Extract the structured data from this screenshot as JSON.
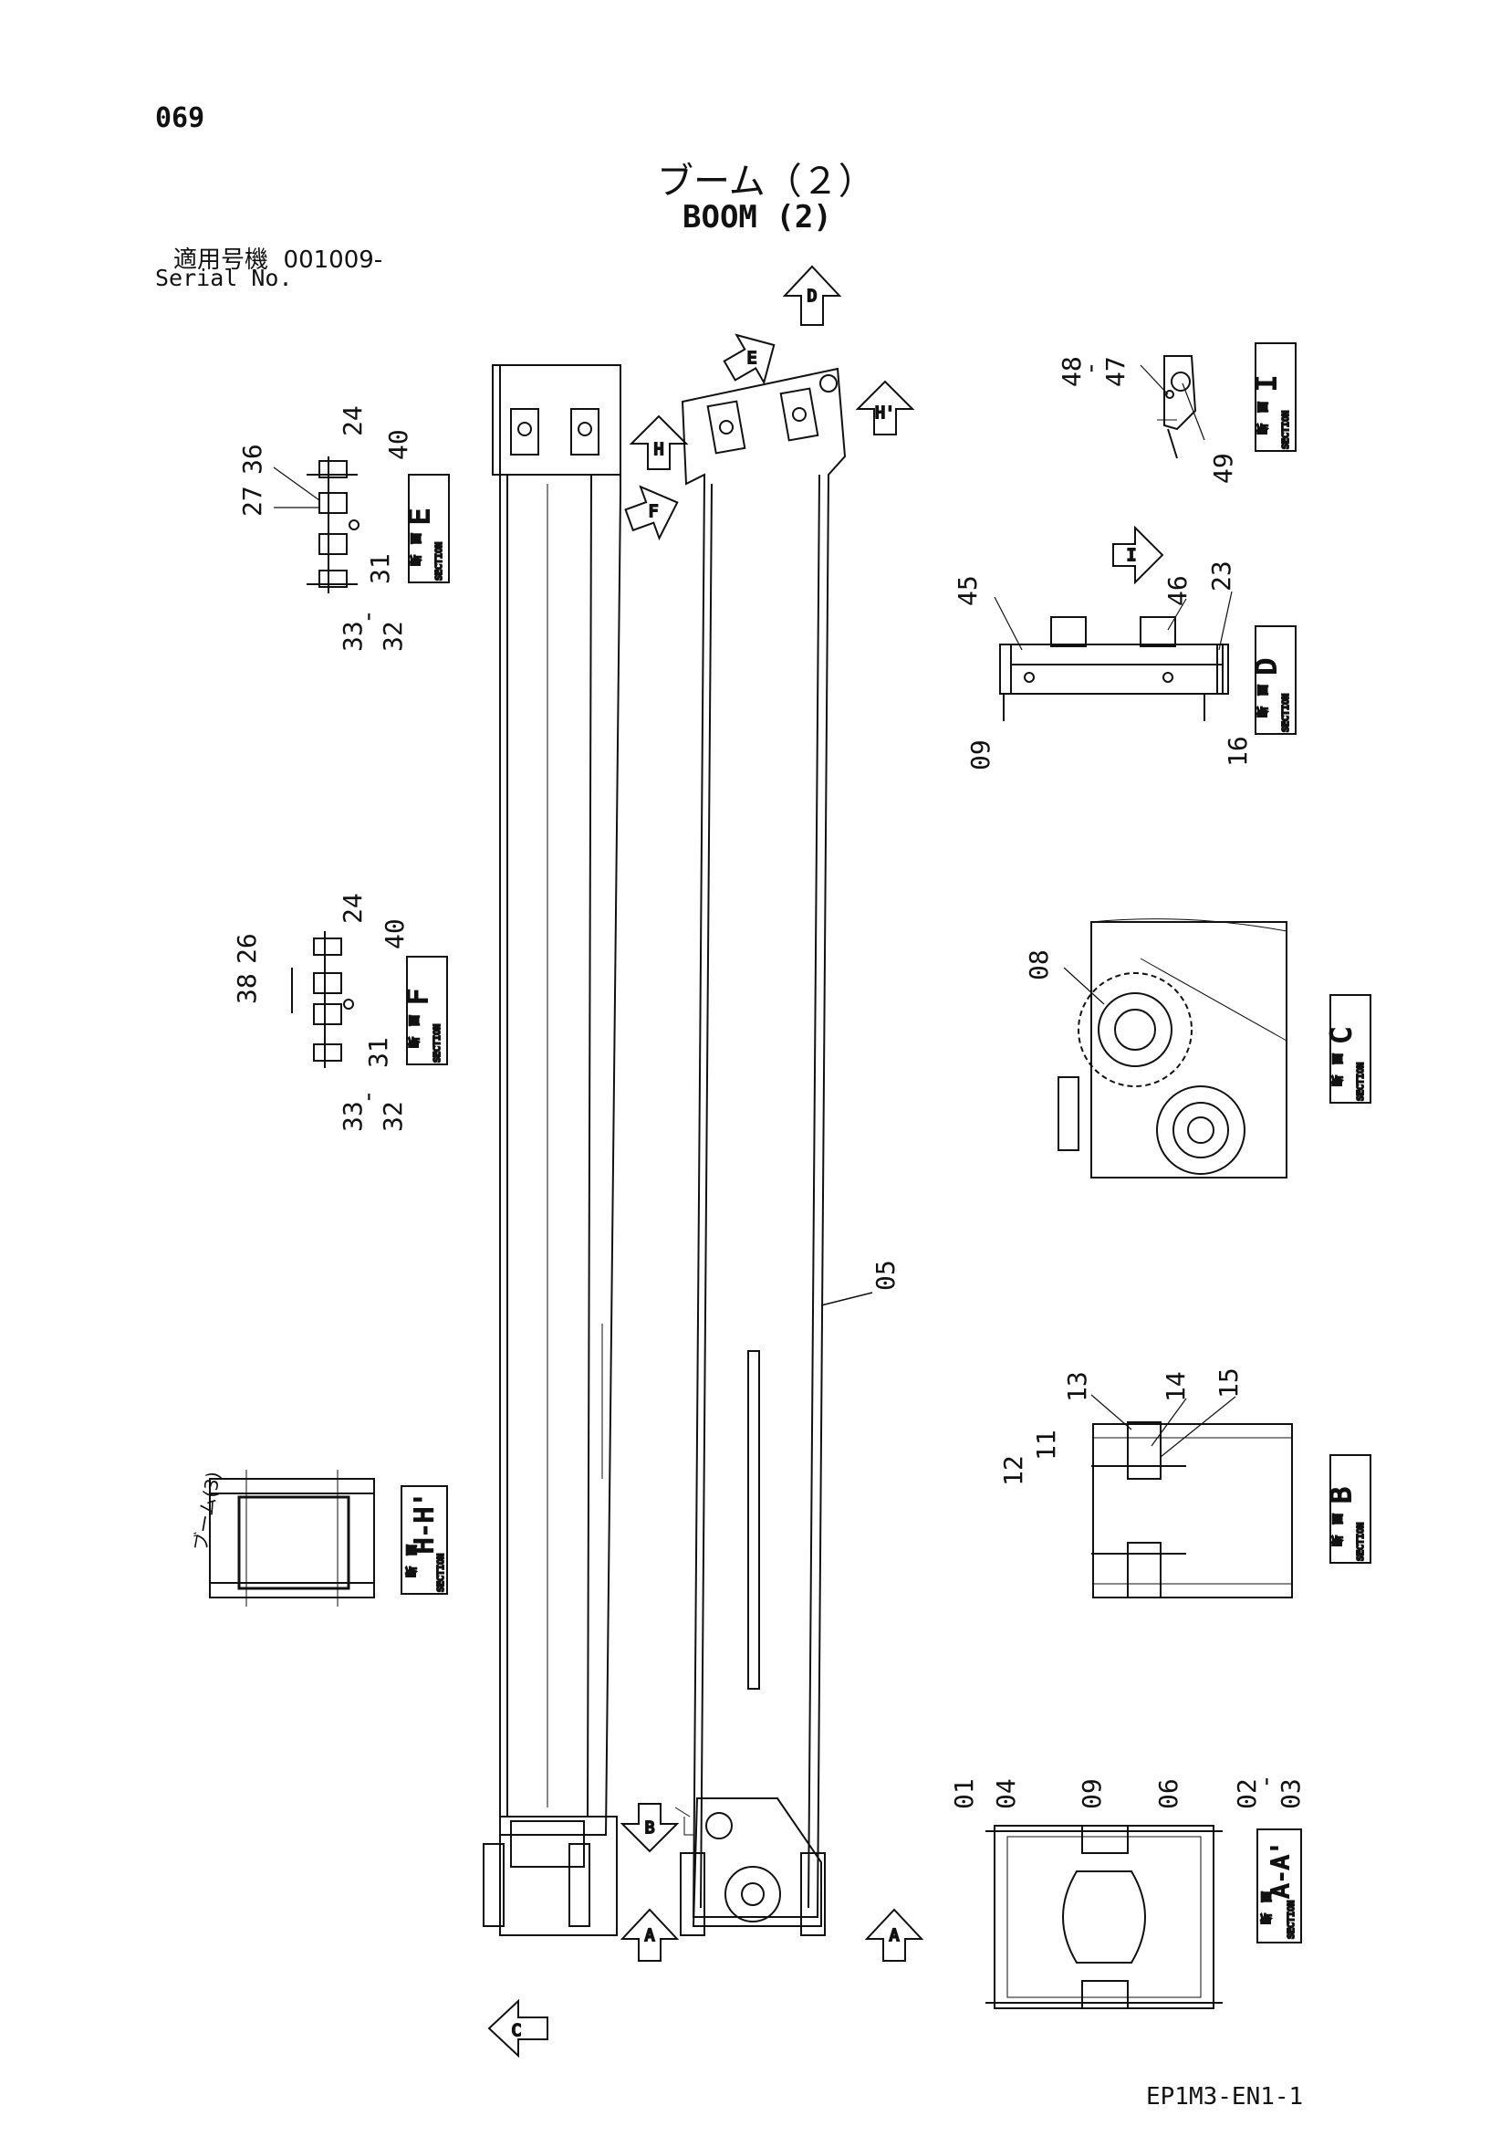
{
  "page": {
    "number": "069",
    "title_jp": "ブーム（２）",
    "title_en": "BOOM (2)",
    "serial_label_jp": "適用号機",
    "serial_value": "001009-",
    "serial_label_en": "Serial No.",
    "doc_code": "EP1M3-EN1-1"
  },
  "section_common": {
    "jp": "断　面",
    "en": "SECTION"
  },
  "sections": [
    {
      "id": "E",
      "label": "E"
    },
    {
      "id": "F",
      "label": "F"
    },
    {
      "id": "HH",
      "label": "H-H'"
    },
    {
      "id": "I",
      "label": "I"
    },
    {
      "id": "D",
      "label": "D"
    },
    {
      "id": "C",
      "label": "C"
    },
    {
      "id": "B",
      "label": "B"
    },
    {
      "id": "AA",
      "label": "A-A'"
    }
  ],
  "view_arrows": [
    "A",
    "A",
    "B",
    "C",
    "D",
    "E",
    "F",
    "H",
    "H'",
    "I"
  ],
  "callouts": {
    "sectionE": [
      "36",
      "27",
      "24",
      "40",
      "31",
      "33",
      "-",
      "32"
    ],
    "sectionF": [
      "26",
      "38",
      "24",
      "40",
      "31",
      "33",
      "-",
      "32"
    ],
    "sectionI": [
      "48",
      "-",
      "47",
      "49"
    ],
    "sectionD": [
      "45",
      "46",
      "23",
      "09",
      "16"
    ],
    "sectionC": [
      "08"
    ],
    "boom": [
      "05"
    ],
    "sectionB": [
      "13",
      "14",
      "15",
      "11",
      "12"
    ],
    "sectionAA": [
      "01",
      "04",
      "09",
      "06",
      "02",
      "-",
      "03"
    ],
    "sectionHH_note": "ブーム(3)"
  }
}
